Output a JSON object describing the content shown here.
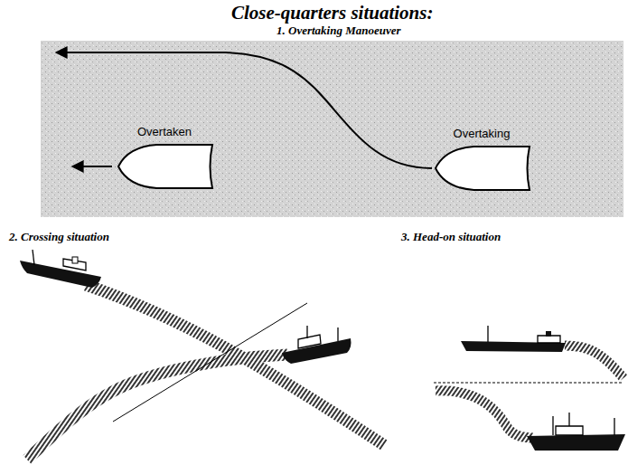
{
  "diagram": {
    "title": "Close-quarters situations:",
    "nodes": [
      {
        "text": [
          "Overtaken"
        ]
      },
      {
        "text": [
          "Overtaking"
        ]
      }
    ],
    "labels": [
      "1. Overtaking Manoeuver",
      "2. Crossing situation",
      "3. Head-on situation"
    ]
  }
}
